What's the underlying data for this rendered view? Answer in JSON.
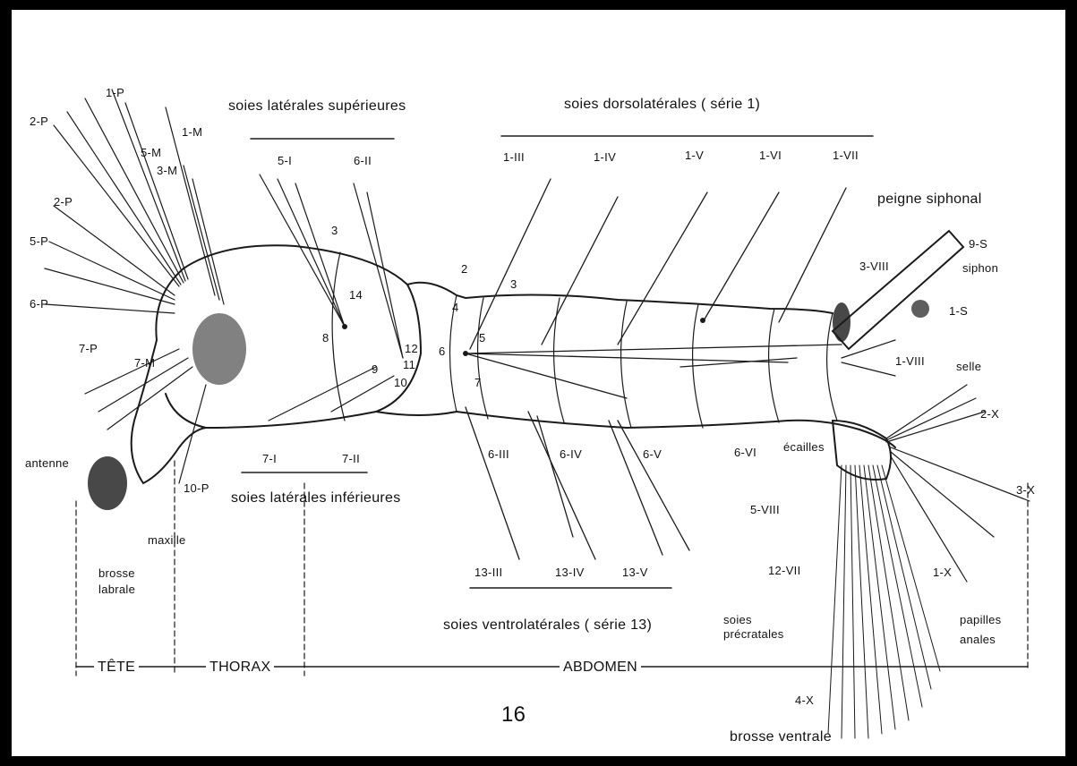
{
  "figure_number": "16",
  "groups": {
    "lat_sup": "soies latérales supérieures",
    "dorsolat": "soies dorsolatérales ( série 1)",
    "lat_inf": "soies latérales inférieures",
    "ventrolat": "soies ventrolatérales ( série 13)",
    "peigne": "peigne siphonal",
    "precrat": "soies\nprécratales",
    "brosse_v": "brosse ventrale",
    "brosse_l": "brosse\nlabrale",
    "papilles": "papilles\nanales"
  },
  "regions": {
    "tete": "TÊTE",
    "thorax": "THORAX",
    "abdomen": "ABDOMEN"
  },
  "labels": {
    "p1": "1-P",
    "p2a": "2-P",
    "p2b": "2-P",
    "p5": "5-P",
    "p6": "6-P",
    "p7": "7-P",
    "m1": "1-M",
    "m3": "3-M",
    "m5": "5-M",
    "m7": "7-M",
    "i5": "5-I",
    "ii6": "6-II",
    "iii1": "1-III",
    "iv1": "1-IV",
    "v1": "1-V",
    "vi1": "1-VI",
    "vii1": "1-VII",
    "iii6": "6-III",
    "iv6": "6-IV",
    "v6": "6-V",
    "vi6": "6-VI",
    "i7": "7-I",
    "ii7": "7-II",
    "p10": "10-P",
    "iii13": "13-III",
    "iv13": "13-IV",
    "v13": "13-V",
    "viii1": "1-VIII",
    "viii3": "3-VIII",
    "viii5": "5-VIII",
    "vii12": "12-VII",
    "s95": "9-S",
    "siphon": "siphon",
    "s1": "1-S",
    "selle": "selle",
    "x1": "1-X",
    "x2": "2-X",
    "x3": "3-X",
    "x4": "4-X",
    "ecailles": "écailles",
    "antenne": "antenne",
    "maxille": "maxille",
    "n2": "2",
    "n3": "3",
    "n3b": "3",
    "n4": "4",
    "n5": "5",
    "n6": "6",
    "n7": "7",
    "n8": "8",
    "n9": "9",
    "n10": "10",
    "n11": "11",
    "n12": "12",
    "n14": "14"
  }
}
